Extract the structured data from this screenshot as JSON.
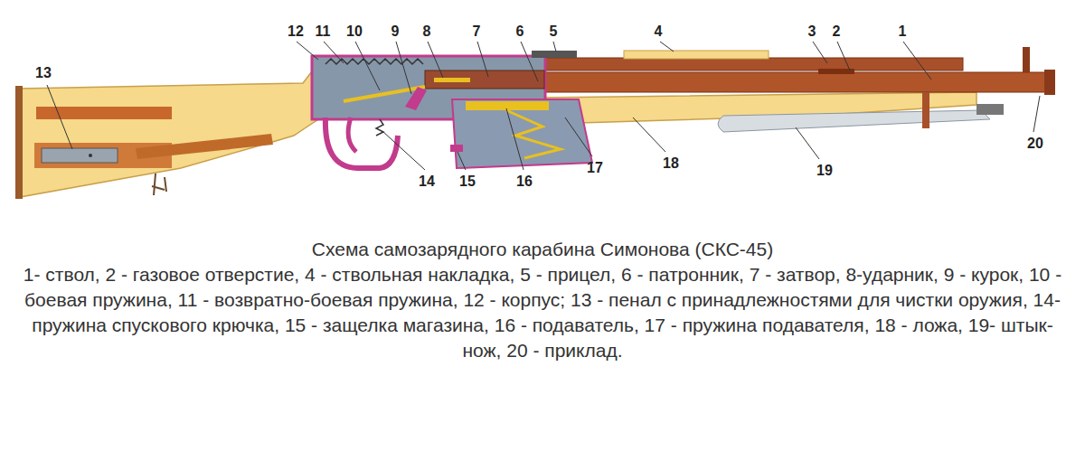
{
  "diagram": {
    "title": "Схема самозарядного карабина Симонова (СКС-45)",
    "caption": "1- ствол, 2 - газовое отверстие, 4 - ствольная накладка, 5 - прицел, 6 - патронник, 7 - затвор, 8-ударник, 9 - курок, 10 - боевая пружина, 11 - возвратно-боевая пружина, 12 - корпус; 13 - пенал с принадлежностями для чистки оружия, 14- пружина спускового крючка, 15 - защелка магазина, 16 - подаватель, 17 - пружина подавателя, 18 - ложа, 19- штык-нож, 20 - приклад.",
    "labels": [
      "12",
      "11",
      "10",
      "9",
      "8",
      "7",
      "6",
      "5",
      "4",
      "3",
      "2",
      "1",
      "13",
      "20",
      "14",
      "15",
      "16",
      "17",
      "18",
      "19"
    ]
  }
}
